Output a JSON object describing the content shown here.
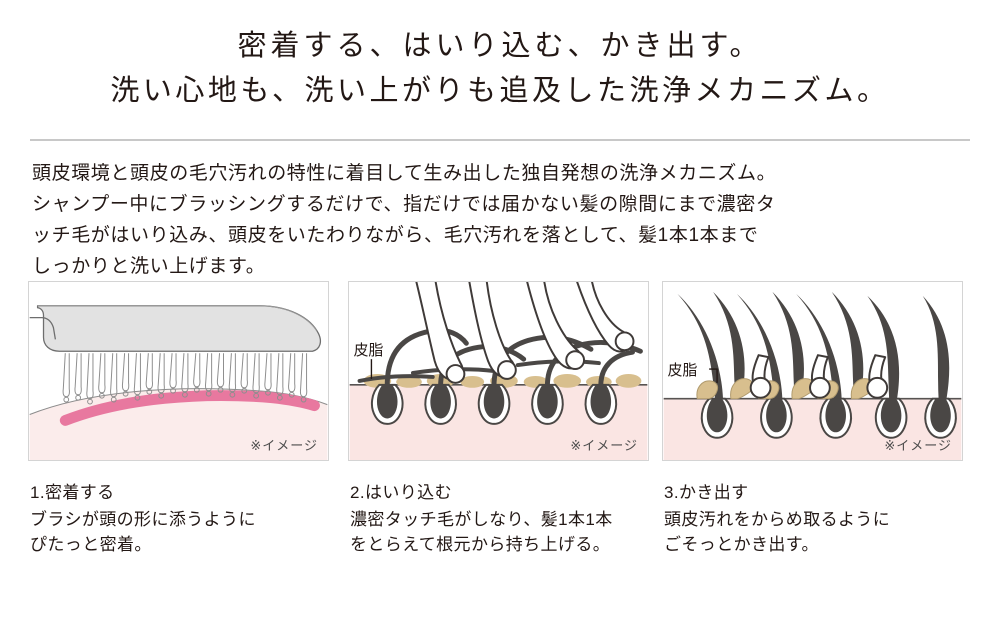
{
  "heading": {
    "line1": "密着する、はいり込む、かき出す。",
    "line2": "洗い心地も、洗い上がりも追及した洗浄メカニズム。"
  },
  "intro": {
    "line1": "頭皮環境と頭皮の毛穴汚れの特性に着目して生み出した独自発想の洗浄メカニズム。",
    "line2": "シャンプー中にブラッシングするだけで、指だけでは届かない髪の隙間にまで濃密タ",
    "line3": "ッチ毛がはいり込み、頭皮をいたわりながら、毛穴汚れを落として、髪1本1本まで",
    "line4": "しっかりと洗い上げます。"
  },
  "panels": [
    {
      "id": "panel-1",
      "note": "※イメージ",
      "sebum_label": ""
    },
    {
      "id": "panel-2",
      "note": "※イメージ",
      "sebum_label": "皮脂"
    },
    {
      "id": "panel-3",
      "note": "※イメージ",
      "sebum_label": "皮脂"
    }
  ],
  "captions": [
    {
      "title": "1.密着する",
      "body_line1": "ブラシが頭の形に添うように",
      "body_line2": "ぴたっと密着。"
    },
    {
      "title": "2.はいり込む",
      "body_line1": "濃密タッチ毛がしなり、髪1本1本",
      "body_line2": "をとらえて根元から持ち上げる。"
    },
    {
      "title": "3.かき出す",
      "body_line1": "頭皮汚れをからめ取るように",
      "body_line2": "ごそっとかき出す。"
    }
  ],
  "colors": {
    "text": "#231815",
    "divider": "#c8c8c8",
    "panel_border": "#d4d4d4",
    "skin_pink": "#fae5e3",
    "accent_pink": "#e8789f",
    "brush_gray": "#e2e2e2",
    "brush_outline": "#6e6e6e",
    "hair_dark": "#4a4745",
    "sebum_tan": "#d8bf8e",
    "bristle_white": "#ffffff"
  }
}
